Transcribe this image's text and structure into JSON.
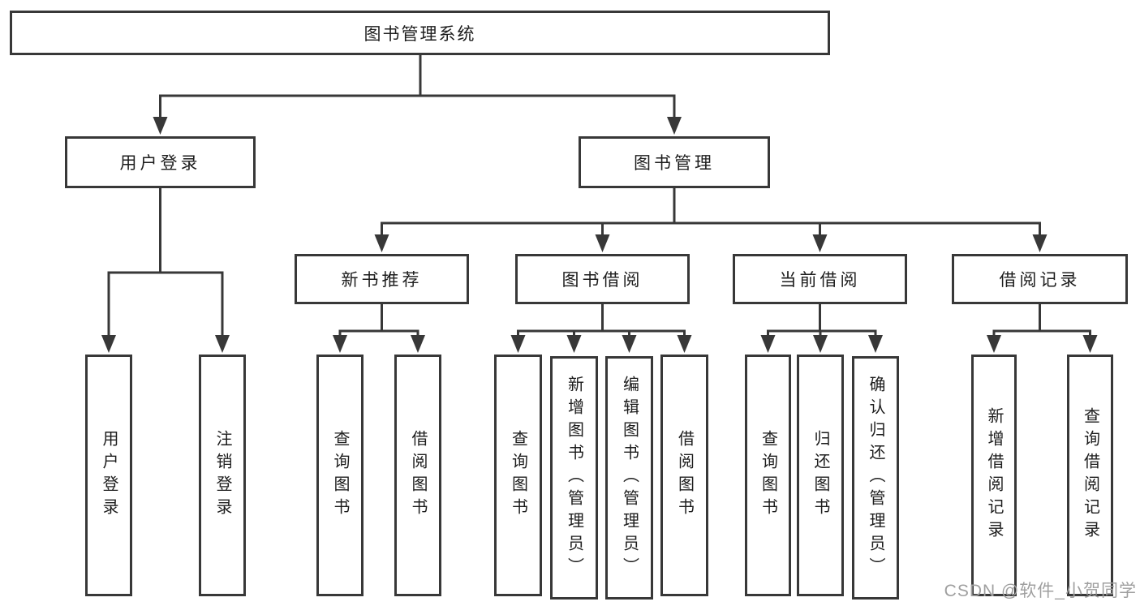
{
  "diagram_type": "tree",
  "colors": {
    "line": "#383838",
    "box_border": "#383838",
    "text": "#1d1d1d",
    "watermark": "#9f9f9f",
    "background": "#ffffff"
  },
  "watermark": "CSDN @软件_小贺同学",
  "nodes": {
    "root": "图书管理系统",
    "user_login": "用户登录",
    "book_mgmt": "图书管理",
    "new_book_rec": "新书推荐",
    "book_borrow": "图书借阅",
    "current_borrow": "当前借阅",
    "borrow_records": "借阅记录",
    "ul_user_login": "用户登录",
    "ul_logout": "注销登录",
    "nbr_query_book": "查询图书",
    "nbr_borrow_book": "借阅图书",
    "bb_query_book": "查询图书",
    "bb_add_book": "新增图书（管理员）",
    "bb_edit_book": "编辑图书（管理员）",
    "bb_borrow_book": "借阅图书",
    "cb_query_book": "查询图书",
    "cb_return_book": "归还图书",
    "cb_confirm_return": "确认归还（管理员）",
    "br_add_record": "新增借阅记录",
    "br_query_record": "查询借阅记录"
  },
  "edges": [
    [
      "root",
      "user_login"
    ],
    [
      "root",
      "book_mgmt"
    ],
    [
      "user_login",
      "ul_user_login"
    ],
    [
      "user_login",
      "ul_logout"
    ],
    [
      "book_mgmt",
      "new_book_rec"
    ],
    [
      "book_mgmt",
      "book_borrow"
    ],
    [
      "book_mgmt",
      "current_borrow"
    ],
    [
      "book_mgmt",
      "borrow_records"
    ],
    [
      "new_book_rec",
      "nbr_query_book"
    ],
    [
      "new_book_rec",
      "nbr_borrow_book"
    ],
    [
      "book_borrow",
      "bb_query_book"
    ],
    [
      "book_borrow",
      "bb_add_book"
    ],
    [
      "book_borrow",
      "bb_edit_book"
    ],
    [
      "book_borrow",
      "bb_borrow_book"
    ],
    [
      "current_borrow",
      "cb_query_book"
    ],
    [
      "current_borrow",
      "cb_return_book"
    ],
    [
      "current_borrow",
      "cb_confirm_return"
    ],
    [
      "borrow_records",
      "br_add_record"
    ],
    [
      "borrow_records",
      "br_query_record"
    ]
  ]
}
